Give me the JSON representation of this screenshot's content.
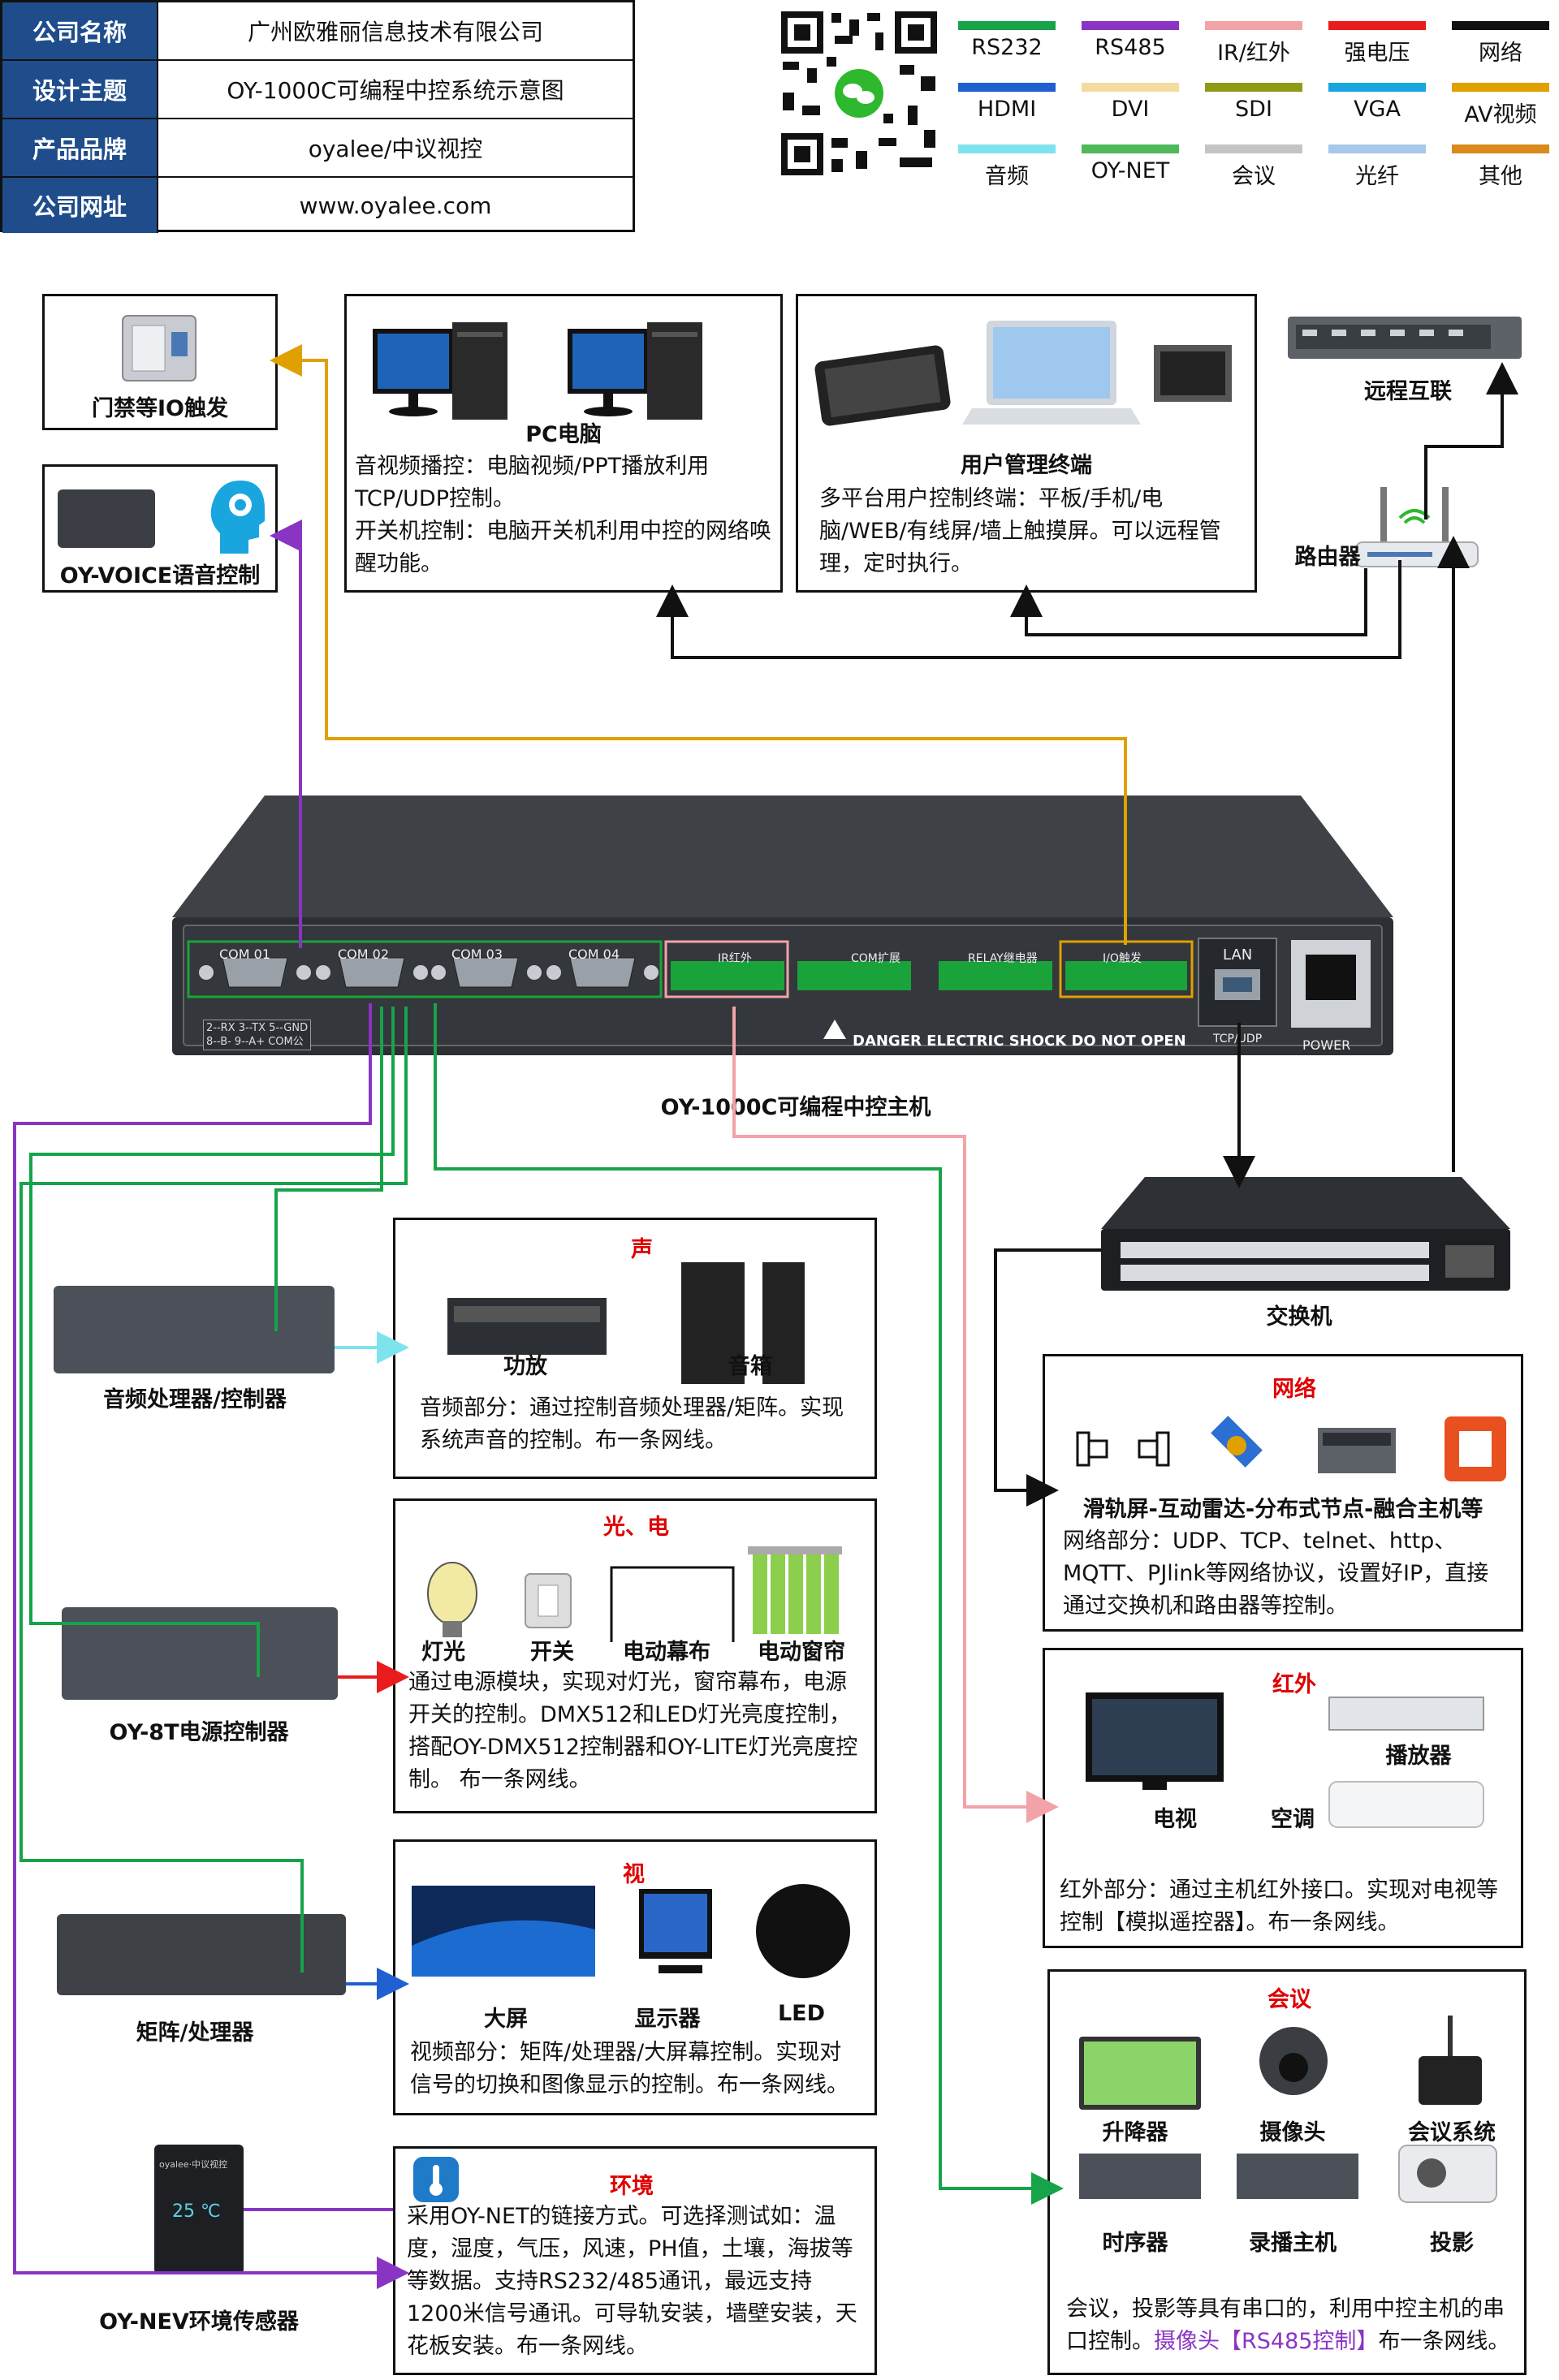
{
  "info": [
    {
      "key": "公司名称",
      "value": "广州欧雅丽信息技术有限公司"
    },
    {
      "key": "设计主题",
      "value": "OY-1000C可编程中控系统示意图"
    },
    {
      "key": "产品品牌",
      "value": "oyalee/中议视控"
    },
    {
      "key": "公司网址",
      "value": "www.oyalee.com"
    }
  ],
  "legend": [
    {
      "label": "RS232",
      "color": "#17a34a"
    },
    {
      "label": "RS485",
      "color": "#8a34c4"
    },
    {
      "label": "IR/红外",
      "color": "#f2a3a8"
    },
    {
      "label": "强电压",
      "color": "#e81c1c"
    },
    {
      "label": "网络",
      "color": "#111111"
    },
    {
      "label": "HDMI",
      "color": "#1f5fd0"
    },
    {
      "label": "DVI",
      "color": "#f4dba0"
    },
    {
      "label": "SDI",
      "color": "#8f9a15"
    },
    {
      "label": "VGA",
      "color": "#19a6df"
    },
    {
      "label": "AV视频",
      "color": "#e0a100"
    },
    {
      "label": "音频",
      "color": "#7fe3ee"
    },
    {
      "label": "OY-NET",
      "color": "#4eb85a"
    },
    {
      "label": "会议",
      "color": "#c4c4c4"
    },
    {
      "label": "光纤",
      "color": "#a8c8ea"
    },
    {
      "label": "其他",
      "color": "#d98a1b"
    }
  ],
  "boxes": {
    "door": {
      "label": "门禁等IO触发"
    },
    "voice": {
      "label": "OY-VOICE语音控制"
    },
    "pc": {
      "title": "PC电脑",
      "text": "音视频播控：电脑视频/PPT播放利用TCP/UDP控制。\n开关机控制：电脑开关机利用中控的网络唤醒功能。"
    },
    "terminal": {
      "title": "用户管理终端",
      "text": "多平台用户控制终端：平板/手机/电脑/WEB/有线屏/墙上触摸屏。可以远程管理，定时执行。"
    },
    "remote": {
      "label": "远程互联"
    },
    "router": {
      "label": "路由器"
    },
    "host": {
      "label": "OY-1000C可编程中控主机",
      "ports": [
        "COM 01",
        "COM 02",
        "COM 03",
        "COM 04"
      ],
      "pin_a": "2--RX  3--TX  5--GND",
      "pin_b": "8--B-   9--A+  COM公",
      "ir": "IR红外",
      "com_ext": "COM扩展",
      "relay": "RELAY继电器",
      "io": "I/O触发",
      "lan": "LAN",
      "tcp": "TCP/UDP",
      "power": "POWER",
      "danger": "DANGER ELECTRIC SHOCK DO NOT OPEN"
    },
    "switch": {
      "label": "交换机"
    },
    "audio": {
      "tag": "声",
      "dev": "音频处理器/控制器",
      "items": [
        "功放",
        "音箱"
      ],
      "text": "音频部分：通过控制音频处理器/矩阵。实现系统声音的控制。布一条网线。"
    },
    "network": {
      "tag": "网络",
      "title": "滑轨屏-互动雷达-分布式节点-融合主机等",
      "text": "网络部分：UDP、TCP、telnet、http、MQTT、PJlink等网络协议，设置好IP，直接通过交换机和路由器等控制。"
    },
    "light": {
      "tag": "光、电",
      "dev": "OY-8T电源控制器",
      "items": [
        "灯光",
        "开关",
        "电动幕布",
        "电动窗帘"
      ],
      "text": "通过电源模块，实现对灯光，窗帘幕布，电源开关的控制。DMX512和LED灯光亮度控制，搭配OY-DMX512控制器和OY-LITE灯光亮度控制。    布一条网线。"
    },
    "ir": {
      "tag": "红外",
      "items": [
        "电视",
        "播放器",
        "空调"
      ],
      "text": "红外部分：通过主机红外接口。实现对电视等控制【模拟遥控器】。布一条网线。"
    },
    "video": {
      "tag": "视",
      "dev": "矩阵/处理器",
      "items": [
        "大屏",
        "显示器",
        "LED"
      ],
      "text": "视频部分：矩阵/处理器/大屏幕控制。实现对信号的切换和图像显示的控制。布一条网线。"
    },
    "conf": {
      "tag": "会议",
      "items": [
        "升降器",
        "摄像头",
        "会议系统",
        "时序器",
        "录播主机",
        "投影"
      ],
      "text": "会议，投影等具有串口的，利用中控主机的串口控制。",
      "text_link": "摄像头【RS485控制】",
      "text_end": "布一条网线。"
    },
    "env": {
      "tag": "环境",
      "dev": "OY-NEV环境传感器",
      "temp": "25 ℃",
      "brand": "oyalee·中议视控",
      "text": "采用OY-NET的链接方式。可选择测试如：温度，湿度，气压，风速，PH值，土壤，海拔等等数据。支持RS232/485通讯，最远支持1200米信号通讯。可导轨安装，墙壁安装，天花板安装。布一条网线。"
    }
  }
}
